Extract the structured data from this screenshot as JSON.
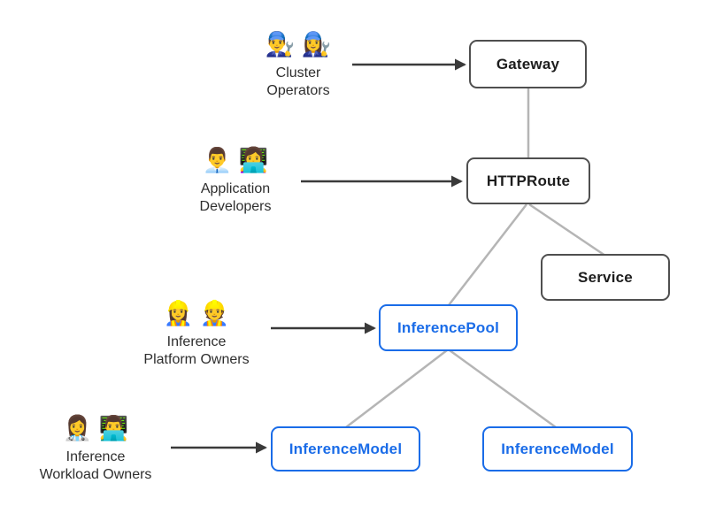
{
  "diagram": {
    "background": "#ffffff",
    "personas": [
      {
        "id": "cluster-operators",
        "emojis": "👨‍🔧 👩‍🔧",
        "label_lines": [
          "Cluster",
          "Operators"
        ]
      },
      {
        "id": "application-developers",
        "emojis": "👨‍💼 👩‍💻",
        "label_lines": [
          "Application",
          "Developers"
        ]
      },
      {
        "id": "inference-platform-owners",
        "emojis": "👷‍♀️ 👷",
        "label_lines": [
          "Inference",
          "Platform Owners"
        ]
      },
      {
        "id": "inference-workload-owners",
        "emojis": "👩‍⚕️ 👨‍💻",
        "label_lines": [
          "Inference",
          "Workload Owners"
        ]
      }
    ],
    "nodes": [
      {
        "id": "gateway",
        "label": "Gateway",
        "style": "gray"
      },
      {
        "id": "httproute",
        "label": "HTTPRoute",
        "style": "gray"
      },
      {
        "id": "service",
        "label": "Service",
        "style": "gray"
      },
      {
        "id": "inferencepool",
        "label": "InferencePool",
        "style": "blue"
      },
      {
        "id": "inferencemodel-left",
        "label": "InferenceModel",
        "style": "blue"
      },
      {
        "id": "inferencemodel-right",
        "label": "InferenceModel",
        "style": "blue"
      }
    ],
    "edges": [
      {
        "from": "gateway",
        "to": "httproute"
      },
      {
        "from": "httproute",
        "to": "inferencepool"
      },
      {
        "from": "httproute",
        "to": "service"
      },
      {
        "from": "inferencepool",
        "to": "inferencemodel-left"
      },
      {
        "from": "inferencepool",
        "to": "inferencemodel-right"
      }
    ],
    "actor_arrows": [
      {
        "from": "cluster-operators",
        "to": "gateway"
      },
      {
        "from": "application-developers",
        "to": "httproute"
      },
      {
        "from": "inference-platform-owners",
        "to": "inferencepool"
      },
      {
        "from": "inference-workload-owners",
        "to": "inferencemodel-left"
      }
    ],
    "colors": {
      "node_border_gray": "#4f4f4f",
      "node_text_dark": "#1d1d1d",
      "node_blue": "#1a6ce8",
      "edge_gray": "#b5b5b5",
      "arrow_dark": "#3a3a3a",
      "persona_text": "#2e2e2e"
    }
  }
}
